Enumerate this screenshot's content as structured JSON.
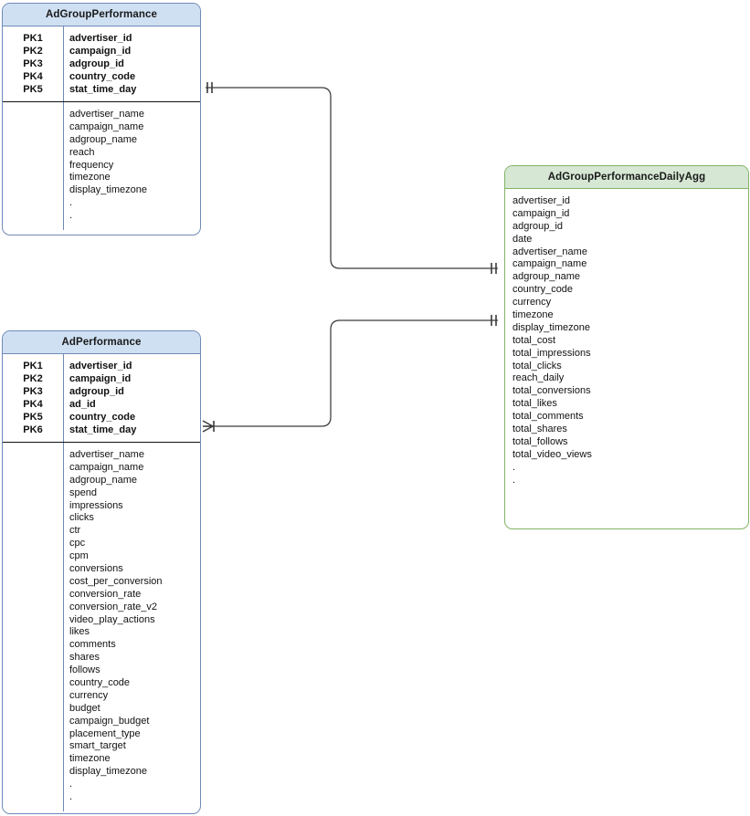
{
  "diagram": {
    "background": "#ffffff",
    "entity_blue_border": "#7089b8",
    "entity_blue_header": "#cfe0f3",
    "entity_green_border": "#82b366",
    "entity_green_header": "#d6e8d4",
    "connector_color": "#3a3a3a"
  },
  "entities": {
    "ad_group_performance": {
      "title": "AdGroupPerformance",
      "keys": [
        {
          "key": "PK1",
          "attribute": "advertiser_id"
        },
        {
          "key": "PK2",
          "attribute": "campaign_id"
        },
        {
          "key": "PK3",
          "attribute": "adgroup_id"
        },
        {
          "key": "PK4",
          "attribute": "country_code"
        },
        {
          "key": "PK5",
          "attribute": "stat_time_day"
        }
      ],
      "attributes": [
        "advertiser_name",
        "campaign_name",
        "adgroup_name",
        "reach",
        "frequency",
        "timezone",
        "display_timezone",
        ".",
        "."
      ]
    },
    "ad_performance": {
      "title": "AdPerformance",
      "keys": [
        {
          "key": "PK1",
          "attribute": "advertiser_id"
        },
        {
          "key": "PK2",
          "attribute": "campaign_id"
        },
        {
          "key": "PK3",
          "attribute": "adgroup_id"
        },
        {
          "key": "PK4",
          "attribute": "ad_id"
        },
        {
          "key": "PK5",
          "attribute": "country_code"
        },
        {
          "key": "PK6",
          "attribute": "stat_time_day"
        }
      ],
      "attributes": [
        "advertiser_name",
        "campaign_name",
        "adgroup_name",
        "spend",
        "impressions",
        "clicks",
        "ctr",
        "cpc",
        "cpm",
        "conversions",
        "cost_per_conversion",
        "conversion_rate",
        "conversion_rate_v2",
        "video_play_actions",
        "likes",
        "comments",
        "shares",
        "follows",
        "country_code",
        "currency",
        "budget",
        "campaign_budget",
        "placement_type",
        "smart_target",
        "timezone",
        "display_timezone",
        ".",
        "."
      ]
    },
    "ad_group_performance_daily_agg": {
      "title": "AdGroupPerformanceDailyAgg",
      "attributes": [
        "advertiser_id",
        "campaign_id",
        "adgroup_id",
        "date",
        "advertiser_name",
        "campaign_name",
        "adgroup_name",
        "country_code",
        "currency",
        "timezone",
        "display_timezone",
        "total_cost",
        "total_impressions",
        "total_clicks",
        "reach_daily",
        "total_conversions",
        "total_likes",
        "total_comments",
        "total_shares",
        "total_follows",
        "total_video_views",
        ".",
        "."
      ]
    }
  },
  "relationships": [
    {
      "name": "adgroupperformance-to-dailyagg",
      "from": "AdGroupPerformance",
      "to": "AdGroupPerformanceDailyAgg",
      "from_cardinality": "one-and-only-one",
      "to_cardinality": "one-and-only-one"
    },
    {
      "name": "adperformance-to-dailyagg",
      "from": "AdPerformance",
      "to": "AdGroupPerformanceDailyAgg",
      "from_cardinality": "many",
      "to_cardinality": "one-and-only-one"
    }
  ]
}
